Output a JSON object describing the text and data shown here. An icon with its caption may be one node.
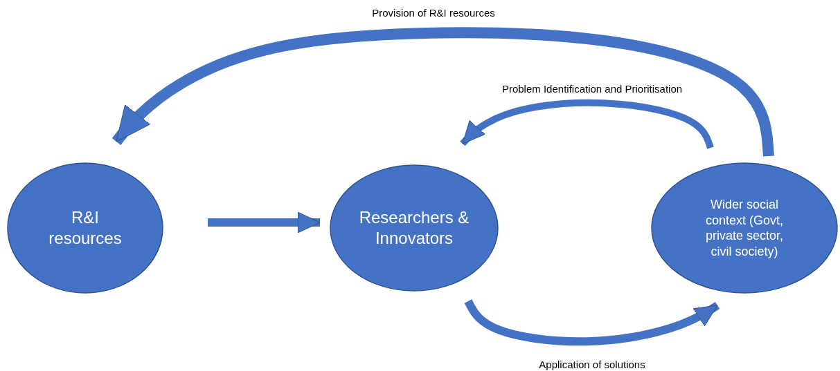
{
  "diagram": {
    "nodes": [
      {
        "text": [
          "R&I resources"
        ]
      },
      {
        "text": [
          "Researchers & Innovators"
        ]
      },
      {
        "text": [
          "Wider social context (Govt, private sector, civil society)"
        ]
      }
    ],
    "edges": [
      {
        "from": 0,
        "to": 1,
        "arrow": "to"
      },
      {
        "from": 2,
        "to": 0,
        "arrow": "to",
        "label": "Provision of R&I resources"
      },
      {
        "from": 2,
        "to": 1,
        "arrow": "to",
        "label": "Problem Identification and Prioritisation"
      },
      {
        "from": 1,
        "to": 2,
        "arrow": "to",
        "label": "Application of solutions"
      }
    ]
  }
}
